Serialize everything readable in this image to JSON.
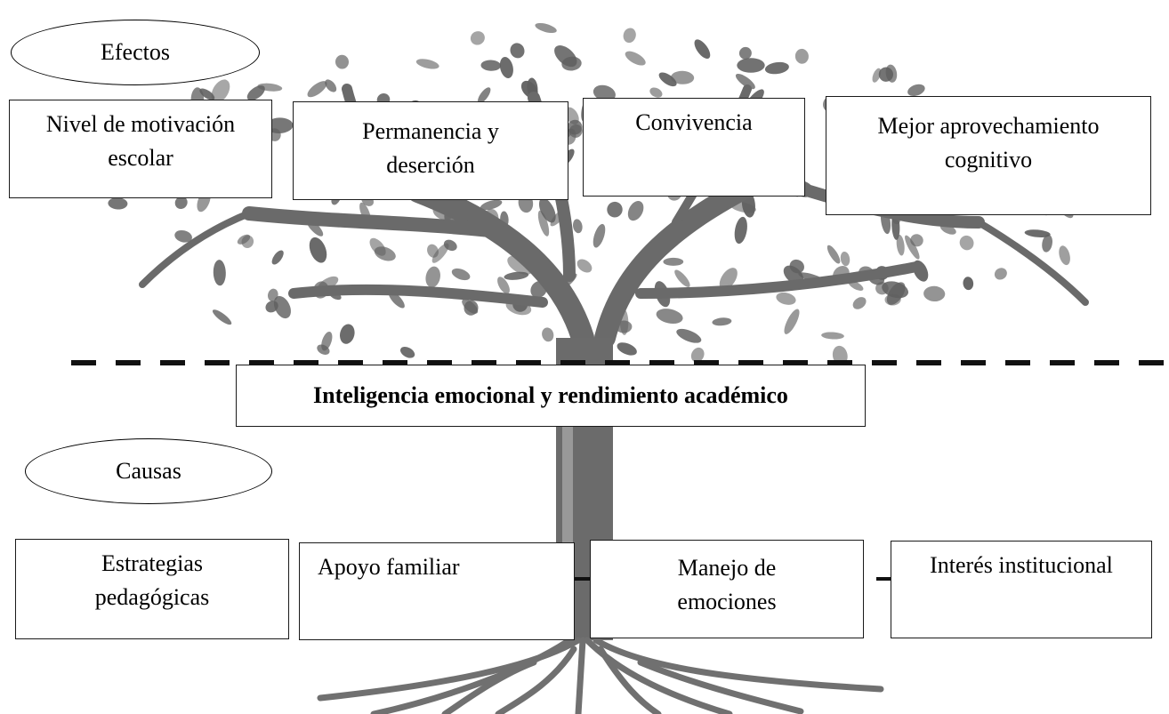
{
  "sections": {
    "effects_label": "Efectos",
    "causes_label": "Causas"
  },
  "central_problem": "Inteligencia emocional y rendimiento académico",
  "effects": [
    {
      "line1": "Nivel de motivación",
      "line2": "escolar"
    },
    {
      "line1": "Permanencia y",
      "line2": "deserción"
    },
    {
      "line1": "Convivencia",
      "line2": ""
    },
    {
      "line1": "Mejor aprovechamiento",
      "line2": "cognitivo"
    }
  ],
  "causes": [
    {
      "line1": "Estrategias",
      "line2": "pedagógicas"
    },
    {
      "line1": "Apoyo familiar",
      "line2": ""
    },
    {
      "line1": "Manejo de",
      "line2": "emociones"
    },
    {
      "line1": "Interés institucional",
      "line2": ""
    }
  ],
  "colors": {
    "tree": "#6e6e6e",
    "tree_dark": "#4a4a4a",
    "border": "#1a1a1a"
  }
}
